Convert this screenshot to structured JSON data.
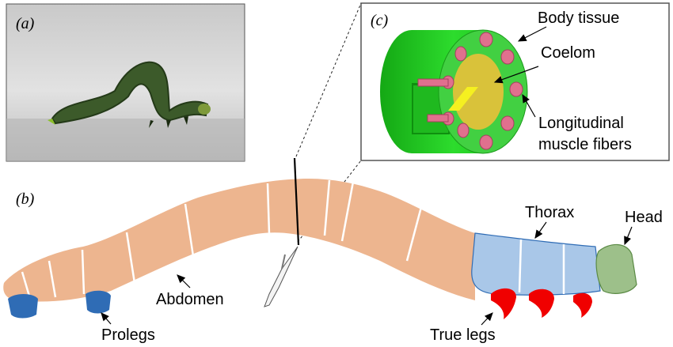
{
  "panels": {
    "a": "(a)",
    "b": "(b)",
    "c": "(c)"
  },
  "cross_section": {
    "body_tissue": "Body tissue",
    "coelom": "Coelom",
    "muscle_line1": "Longitudinal",
    "muscle_line2": "muscle fibers"
  },
  "caterpillar": {
    "thorax": "Thorax",
    "head": "Head",
    "abdomen": "Abdomen",
    "prolegs": "Prolegs",
    "true_legs": "True legs"
  },
  "colors": {
    "body": "#EDB58F",
    "thorax": "#A9C7E8",
    "head": "#9DC08A",
    "prolegs": "#2F6CB5",
    "true_legs": "#F00000",
    "tissue": "#22CC22",
    "coelom": "#D9C23A",
    "muscle": "#E0708E"
  },
  "icons": [
    "scalpel-icon",
    "arrow-icon"
  ]
}
